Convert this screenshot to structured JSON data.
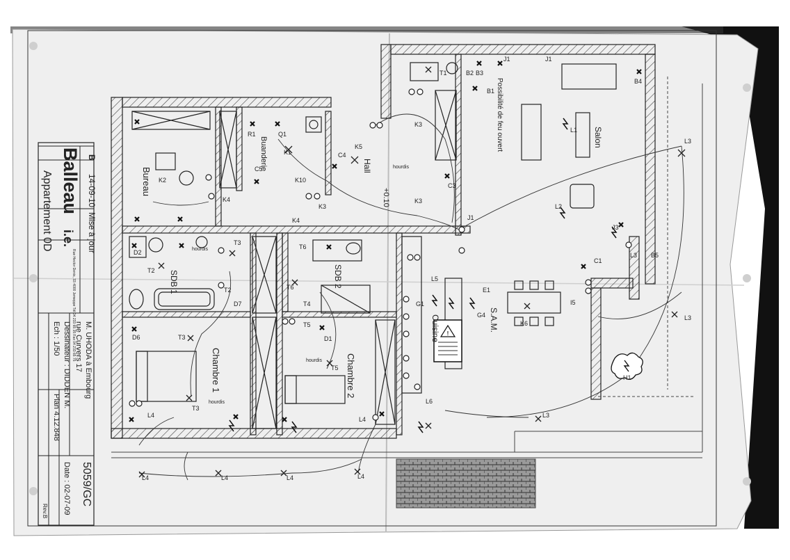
{
  "colors": {
    "paper": "#ececec",
    "ink": "#1e1e1e",
    "shadow": "#0e0e0e",
    "hatch": "#555555"
  },
  "title_block": {
    "rev_letter": "B",
    "rev_date": "14-09-10",
    "rev_desc": "Mise à jour",
    "company": "Balleau",
    "company_suffix": "i.e.",
    "company_address": "Rue Hector Denis, 33 4000 Jemeppe Tél 04 233 65 35 Fax 04 233 65 75",
    "drawing_title": "Appartement 0D",
    "client_line1": "M. UHODA à Embourg",
    "client_line2": "rue Curvers 17",
    "designer": "Dessinateur : DIDDEN M.",
    "scale": "Ech : 1/50",
    "plan_no": "Plan 4.12.848",
    "job_no": "5059/GC",
    "date": "Date : 02-07-09",
    "rev_tag": "Rev.B"
  },
  "rooms": {
    "bureau": "Bureau",
    "buanderie": "Buanderie",
    "hall": "Hall",
    "salon": "Salon",
    "sdb1": "SDB 1",
    "sdb2": "SDB 2",
    "chambre1": "Chambre 1",
    "chambre2": "Chambre 2",
    "cuisine": "Cuisine",
    "sam": "S.A.M."
  },
  "annotations": {
    "possibility": "Possibilité de feu ouvert",
    "level": "+0.10",
    "hourdis": "hourdis"
  },
  "labels": {
    "k1": "K1",
    "k2": "K2",
    "k3": "K3",
    "k4": "K4",
    "k5": "K5",
    "k10": "K10",
    "t1": "T1",
    "t2": "T2",
    "t3": "T3",
    "t4": "T4",
    "t5": "T5",
    "t6": "T6",
    "l1": "L1",
    "l2": "L2",
    "l3": "L3",
    "l4": "L4",
    "l5": "L5",
    "l6": "L6",
    "j1": "J1",
    "j3": "J3",
    "b1": "B1",
    "b2": "B2",
    "b3": "B3",
    "b4": "B4",
    "b5": "B5",
    "c1": "C1",
    "c3": "C3",
    "c4": "C4",
    "c5": "C5",
    "e1": "E1",
    "g1": "G1",
    "g4": "G4",
    "h1": "H1",
    "i5": "I5",
    "k6": "K6",
    "d1": "D1",
    "d2": "D2",
    "d6": "D6",
    "d7": "D7",
    "r1": "R1",
    "q1": "Q1"
  }
}
